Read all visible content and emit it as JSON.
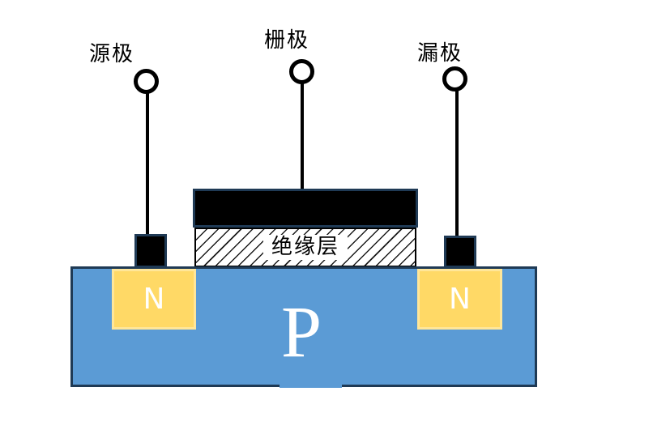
{
  "diagram": {
    "type": "MOSFET cross-section schematic",
    "labels": {
      "source": "源极",
      "gate": "栅极",
      "drain": "漏极",
      "insulator": "绝缘层",
      "substrate": "P",
      "n_left": "N",
      "n_right": "N"
    },
    "colors": {
      "background": "#FFFFFF",
      "substrate_fill": "#5B9BD5",
      "outline_navy": "#1F3A55",
      "n_region_fill": "#FFD966",
      "n_region_border": "#FFE699",
      "electrode_fill": "#000000",
      "line_color": "#000000",
      "region_text": "#FFFFFF",
      "label_text": "#000000"
    }
  }
}
